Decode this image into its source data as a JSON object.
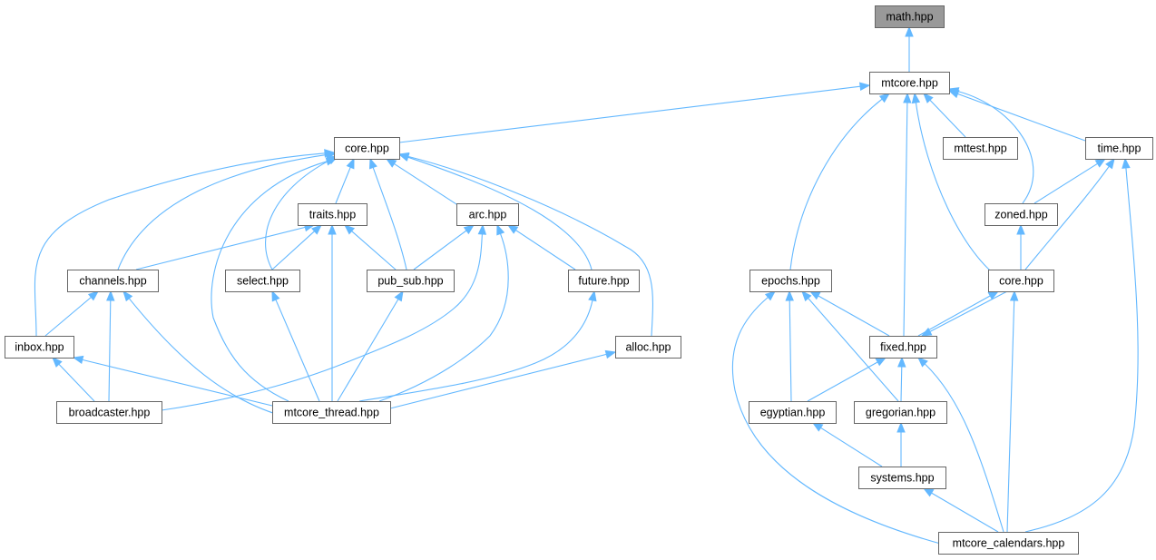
{
  "nodes": [
    {
      "id": "math",
      "label": "math.hpp",
      "root": true
    },
    {
      "id": "mtcore",
      "label": "mtcore.hpp"
    },
    {
      "id": "core",
      "label": "core.hpp"
    },
    {
      "id": "mttest",
      "label": "mttest.hpp"
    },
    {
      "id": "time",
      "label": "time.hpp"
    },
    {
      "id": "traits",
      "label": "traits.hpp"
    },
    {
      "id": "arc",
      "label": "arc.hpp"
    },
    {
      "id": "zoned",
      "label": "zoned.hpp"
    },
    {
      "id": "channels",
      "label": "channels.hpp"
    },
    {
      "id": "select",
      "label": "select.hpp"
    },
    {
      "id": "pubsub",
      "label": "pub_sub.hpp"
    },
    {
      "id": "future",
      "label": "future.hpp"
    },
    {
      "id": "epochs",
      "label": "epochs.hpp"
    },
    {
      "id": "core2",
      "label": "core.hpp"
    },
    {
      "id": "inbox",
      "label": "inbox.hpp"
    },
    {
      "id": "alloc",
      "label": "alloc.hpp"
    },
    {
      "id": "fixed",
      "label": "fixed.hpp"
    },
    {
      "id": "broadcaster",
      "label": "broadcaster.hpp"
    },
    {
      "id": "mtthread",
      "label": "mtcore_thread.hpp"
    },
    {
      "id": "egyptian",
      "label": "egyptian.hpp"
    },
    {
      "id": "gregorian",
      "label": "gregorian.hpp"
    },
    {
      "id": "systems",
      "label": "systems.hpp"
    },
    {
      "id": "calendars",
      "label": "mtcore_calendars.hpp"
    }
  ],
  "edges": [
    {
      "from": "mtcore",
      "to": "math"
    },
    {
      "from": "core",
      "to": "mtcore"
    },
    {
      "from": "mttest",
      "to": "mtcore"
    },
    {
      "from": "time",
      "to": "mtcore"
    },
    {
      "from": "zoned",
      "to": "mtcore"
    },
    {
      "from": "epochs",
      "to": "mtcore"
    },
    {
      "from": "fixed",
      "to": "mtcore"
    },
    {
      "from": "core2",
      "to": "mtcore"
    },
    {
      "from": "traits",
      "to": "core"
    },
    {
      "from": "arc",
      "to": "core"
    },
    {
      "from": "select",
      "to": "core"
    },
    {
      "from": "pubsub",
      "to": "core"
    },
    {
      "from": "future",
      "to": "core"
    },
    {
      "from": "channels",
      "to": "core"
    },
    {
      "from": "inbox",
      "to": "core"
    },
    {
      "from": "alloc",
      "to": "core"
    },
    {
      "from": "mtthread",
      "to": "core"
    },
    {
      "from": "channels",
      "to": "traits"
    },
    {
      "from": "select",
      "to": "traits"
    },
    {
      "from": "pubsub",
      "to": "traits"
    },
    {
      "from": "mtthread",
      "to": "traits"
    },
    {
      "from": "pubsub",
      "to": "arc"
    },
    {
      "from": "future",
      "to": "arc"
    },
    {
      "from": "broadcaster",
      "to": "arc"
    },
    {
      "from": "mtthread",
      "to": "arc"
    },
    {
      "from": "inbox",
      "to": "channels"
    },
    {
      "from": "broadcaster",
      "to": "channels"
    },
    {
      "from": "mtthread",
      "to": "channels"
    },
    {
      "from": "mtthread",
      "to": "select"
    },
    {
      "from": "mtthread",
      "to": "pubsub"
    },
    {
      "from": "mtthread",
      "to": "future"
    },
    {
      "from": "broadcaster",
      "to": "inbox"
    },
    {
      "from": "mtthread",
      "to": "inbox"
    },
    {
      "from": "mtthread",
      "to": "alloc"
    },
    {
      "from": "zoned",
      "to": "time"
    },
    {
      "from": "core2",
      "to": "time"
    },
    {
      "from": "calendars",
      "to": "time"
    },
    {
      "from": "core2",
      "to": "zoned"
    },
    {
      "from": "fixed",
      "to": "core2"
    },
    {
      "from": "calendars",
      "to": "core2"
    },
    {
      "from": "fixed",
      "to": "epochs"
    },
    {
      "from": "egyptian",
      "to": "epochs"
    },
    {
      "from": "gregorian",
      "to": "epochs"
    },
    {
      "from": "calendars",
      "to": "epochs"
    },
    {
      "from": "core2",
      "to": "fixed"
    },
    {
      "from": "egyptian",
      "to": "fixed"
    },
    {
      "from": "gregorian",
      "to": "fixed"
    },
    {
      "from": "calendars",
      "to": "fixed"
    },
    {
      "from": "systems",
      "to": "egyptian"
    },
    {
      "from": "systems",
      "to": "gregorian"
    },
    {
      "from": "calendars",
      "to": "systems"
    }
  ],
  "colors": {
    "edge": "#63b8ff",
    "root_fill": "#999999",
    "node_border": "#666666"
  }
}
